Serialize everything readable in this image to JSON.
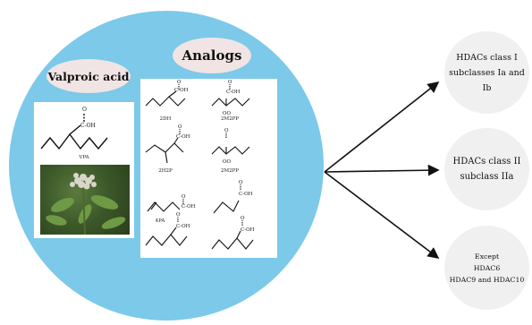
{
  "labels": {
    "valproic": "Valproic acid",
    "analogs": "Analogs"
  },
  "vpa": {
    "group": "C-OH",
    "oxygen": "O",
    "name": "VPA"
  },
  "analog_molecules": [
    {
      "group": "C-OH",
      "oxygen": "O",
      "name": "2DH"
    },
    {
      "group": "C-OH",
      "oxygen": "O",
      "sub": "OO",
      "name": "2M2PP"
    },
    {
      "group": "C-OH",
      "oxygen": "O",
      "name": "2H2P"
    },
    {
      "group": "",
      "oxygen": "O",
      "sub": "OO",
      "name": "2M2PP"
    },
    {
      "group": "C-OH",
      "oxygen": "O",
      "name": "4PA"
    },
    {
      "group": "C-OH",
      "oxygen": "O",
      "name": ""
    },
    {
      "group": "C-OH",
      "oxygen": "O",
      "name": ""
    },
    {
      "group": "C-OH",
      "oxygen": "O",
      "name": ""
    }
  ],
  "targets": [
    {
      "lines": [
        "HDACs class I",
        "subclasses Ia and Ib"
      ]
    },
    {
      "lines": [
        "HDACs class II",
        "subclass  IIa"
      ]
    },
    {
      "lines": [
        "Except",
        "HDAC6",
        "HDAC9 and HDAC10"
      ]
    }
  ],
  "colors": {
    "circle": "#7cc9ea",
    "pill": "#f1e4e4",
    "target": "#f0f0f0",
    "arrow": "#111111"
  }
}
